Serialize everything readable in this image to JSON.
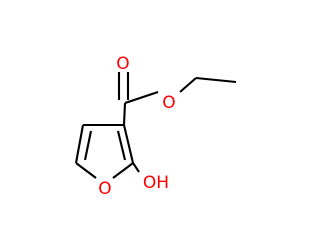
{
  "molecule": {
    "atoms": {
      "carbonyl_oxygen": "O",
      "ester_oxygen": "O",
      "ring_oxygen": "O",
      "hydroxyl": "OH"
    },
    "colors": {
      "bond": "#000000",
      "heteroatom": "#ff0000",
      "background": "#ffffff"
    }
  }
}
